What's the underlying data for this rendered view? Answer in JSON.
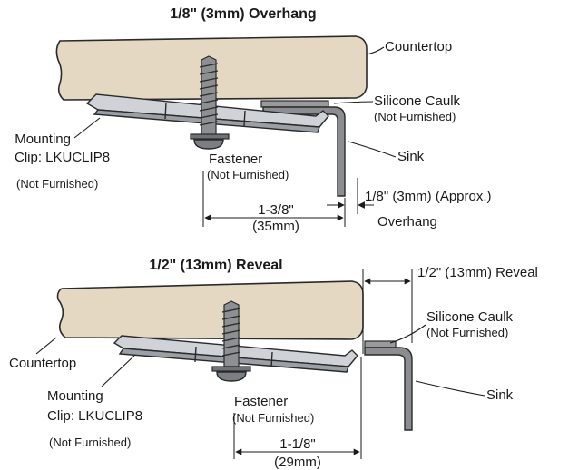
{
  "top": {
    "title": "1/8\" (3mm) Overhang",
    "countertop": "Countertop",
    "caulk": "Silicone Caulk",
    "caulk_note": "(Not Furnished)",
    "sink": "Sink",
    "clip_line1": "Mounting",
    "clip_line2": "Clip: LKUCLIP8",
    "clip_note": "(Not Furnished)",
    "fastener": "Fastener",
    "fastener_note": "(Not Furnished)",
    "dim_value": "1-3/8\"",
    "dim_metric": "(35mm)",
    "overhang_line1": "1/8\" (3mm) (Approx.)",
    "overhang_line2": "Overhang"
  },
  "bottom": {
    "title": "1/2\" (13mm) Reveal",
    "reveal": "1/2\" (13mm) Reveal",
    "caulk": "Silicone Caulk",
    "caulk_note": "(Not Furnished)",
    "countertop": "Countertop",
    "sink": "Sink",
    "clip_line1": "Mounting",
    "clip_line2": "Clip: LKUCLIP8",
    "clip_note": "(Not Furnished)",
    "fastener": "Fastener",
    "fastener_note": "(Not Furnished)",
    "dim_value": "1-1/8\"",
    "dim_metric": "(29mm)"
  }
}
